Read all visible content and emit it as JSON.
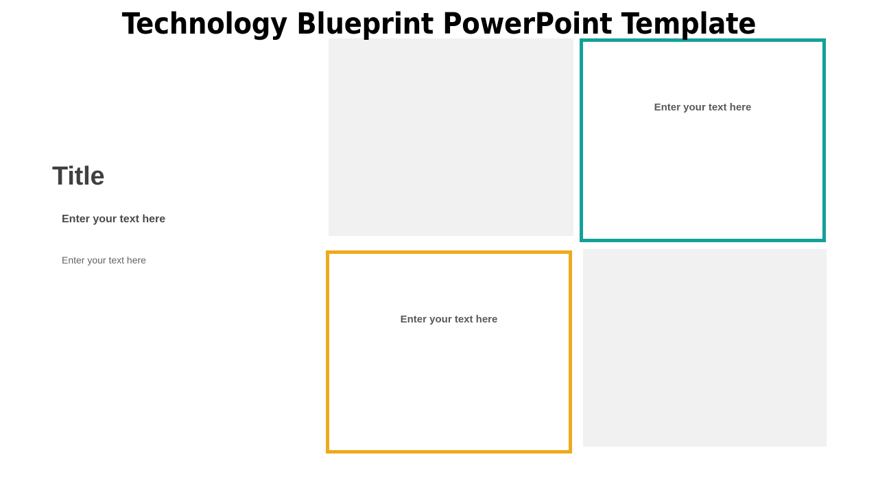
{
  "slide": {
    "deck_title": "Technology Blueprint PowerPoint Template",
    "background_color": "#ffffff"
  },
  "left_column": {
    "title": "Title",
    "subtitle": "Enter your text here",
    "body": "Enter your text here"
  },
  "content_boxes": [
    {
      "id": "box-gray-top",
      "name": "image-placeholder-top",
      "style": "filled",
      "fill_color": "#f1f1f1",
      "label": ""
    },
    {
      "id": "box-teal",
      "name": "text-box-teal",
      "style": "outlined",
      "border_color": "#13a098",
      "fill_color": "#ffffff",
      "label": "Enter your text here"
    },
    {
      "id": "box-orange",
      "name": "text-box-orange",
      "style": "outlined",
      "border_color": "#eeaa1e",
      "fill_color": "#ffffff",
      "label": "Enter your text here"
    },
    {
      "id": "box-gray-bottom",
      "name": "image-placeholder-bottom",
      "style": "filled",
      "fill_color": "#f1f1f1",
      "label": ""
    }
  ],
  "colors": {
    "title_text": "#000000",
    "heading_text": "#404040",
    "body_text": "#636363",
    "box_label_text": "#595959",
    "accent_teal": "#13a098",
    "accent_orange": "#eeaa1e",
    "placeholder_gray": "#f1f1f1"
  }
}
